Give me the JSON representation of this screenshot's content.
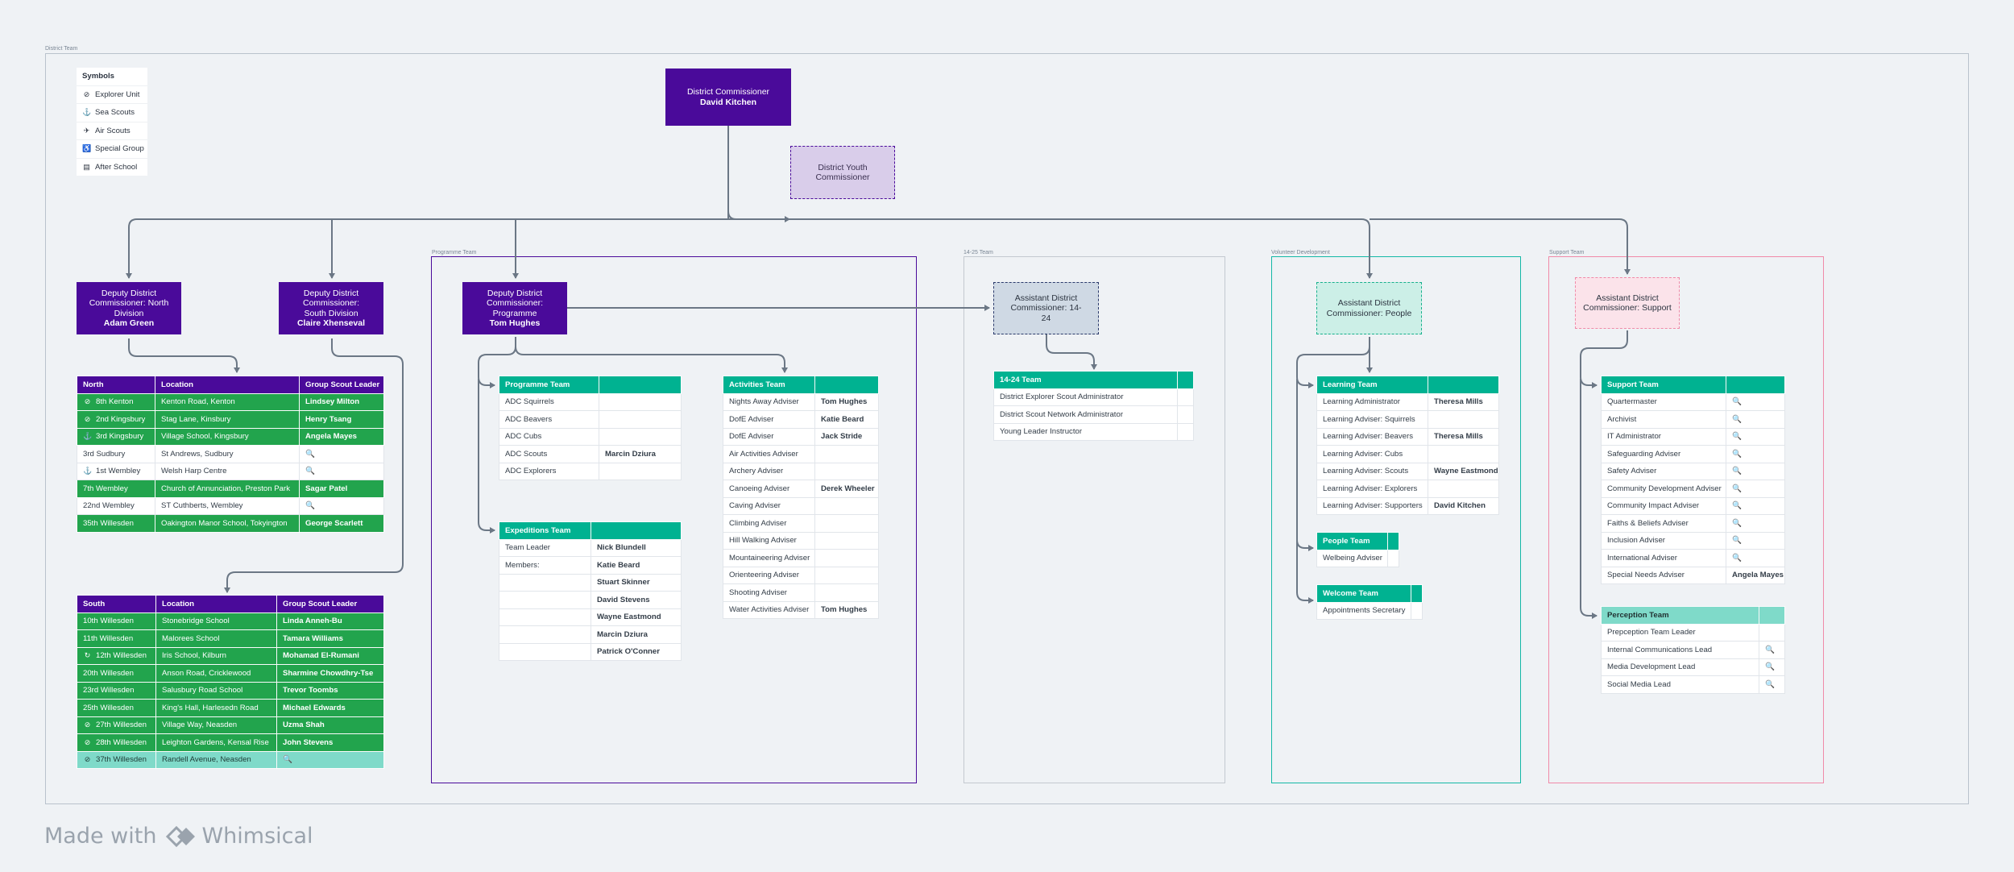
{
  "frames": {
    "district": "District Team",
    "programme": "Programme Team",
    "youth": "14-25 Team",
    "volunteer": "Volunteer Development",
    "support": "Support Team"
  },
  "legend": {
    "title": "Symbols",
    "items": [
      {
        "icon": "compass-icon",
        "glyph": "⊘",
        "label": "Explorer Unit"
      },
      {
        "icon": "anchor-icon",
        "glyph": "⚓",
        "label": "Sea Scouts"
      },
      {
        "icon": "plane-icon",
        "glyph": "✈",
        "label": "Air Scouts"
      },
      {
        "icon": "accessibility-icon",
        "glyph": "♿",
        "label": "Special Group"
      },
      {
        "icon": "briefcase-icon",
        "glyph": "▤",
        "label": "After School"
      }
    ]
  },
  "roles": {
    "dc": {
      "title": "District Commissioner",
      "name": "David Kitchen"
    },
    "dyc": {
      "title": "District Youth Commissioner"
    },
    "ddc_north": {
      "title": "Deputy District Commissioner: North Division",
      "name": "Adam Green"
    },
    "ddc_south": {
      "title": "Deputy District Commissioner: South Division",
      "name": "Claire Xhenseval"
    },
    "ddc_prog": {
      "title": "Deputy District Commissioner: Programme",
      "name": "Tom Hughes"
    },
    "adc_1424": {
      "title": "Assistant District Commissioner: 14-24"
    },
    "adc_people": {
      "title": "Assistant District Commissioner: People"
    },
    "adc_support": {
      "title": "Assistant District Commissioner: Support"
    }
  },
  "north_table": {
    "headers": [
      "North",
      "Location",
      "Group Scout Leader"
    ],
    "rows": [
      {
        "icon": "compass-icon",
        "glyph": "⊘",
        "group": "8th Kenton",
        "location": "Kenton Road, Kenton",
        "leader": "Lindsey Milton",
        "style": "g"
      },
      {
        "icon": "compass-icon",
        "glyph": "⊘",
        "group": "2nd Kingsbury",
        "location": "Stag Lane, Kinsbury",
        "leader": "Henry Tsang",
        "style": "g"
      },
      {
        "icon": "anchor-icon",
        "glyph": "⚓",
        "group": "3rd Kingsbury",
        "location": "Village School, Kingsbury",
        "leader": "Angela Mayes",
        "style": "g"
      },
      {
        "icon": "",
        "glyph": "",
        "group": "3rd Sudbury",
        "location": "St Andrews, Sudbury",
        "leader": "🔍",
        "style": "w"
      },
      {
        "icon": "anchor-icon",
        "glyph": "⚓",
        "group": "1st Wembley",
        "location": "Welsh Harp Centre",
        "leader": "🔍",
        "style": "w"
      },
      {
        "icon": "",
        "glyph": "",
        "group": "7th Wembley",
        "location": "Church of Annunciation, Preston Park",
        "leader": "Sagar Patel",
        "style": "g"
      },
      {
        "icon": "",
        "glyph": "",
        "group": "22nd Wembley",
        "location": "ST Cuthberts, Wembley",
        "leader": "🔍",
        "style": "w"
      },
      {
        "icon": "",
        "glyph": "",
        "group": "35th Willesden",
        "location": "Oakington Manor School, Tokyington",
        "leader": "George Scarlett",
        "style": "g"
      }
    ]
  },
  "south_table": {
    "headers": [
      "South",
      "Location",
      "Group Scout Leader"
    ],
    "rows": [
      {
        "icon": "",
        "glyph": "",
        "group": "10th Willesden",
        "location": "Stonebridge School",
        "leader": "Linda Anneh-Bu",
        "style": "g"
      },
      {
        "icon": "",
        "glyph": "",
        "group": "11th Willesden",
        "location": "Malorees School",
        "leader": "Tamara Williams",
        "style": "g"
      },
      {
        "icon": "refresh-icon",
        "glyph": "↻",
        "group": "12th Willesden",
        "location": "Iris School, Kilburn",
        "leader": "Mohamad El-Rumani",
        "style": "g"
      },
      {
        "icon": "",
        "glyph": "",
        "group": "20th Willesden",
        "location": "Anson Road, Cricklewood",
        "leader": "Sharmine Chowdhry-Tse",
        "style": "g"
      },
      {
        "icon": "",
        "glyph": "",
        "group": "23rd Willesden",
        "location": "Salusbury Road School",
        "leader": "Trevor Toombs",
        "style": "g"
      },
      {
        "icon": "",
        "glyph": "",
        "group": "25th Willesden",
        "location": "King's Hall, Harlesedn Road",
        "leader": "Michael Edwards",
        "style": "g"
      },
      {
        "icon": "compass-icon",
        "glyph": "⊘",
        "group": "27th Willesden",
        "location": "Village Way, Neasden",
        "leader": "Uzma Shah",
        "style": "g"
      },
      {
        "icon": "compass-icon",
        "glyph": "⊘",
        "group": "28th Willesden",
        "location": "Leighton Gardens, Kensal Rise",
        "leader": "John Stevens",
        "style": "g"
      },
      {
        "icon": "compass-icon",
        "glyph": "⊘",
        "group": "37th Willesden",
        "location": "Randell Avenue, Neasden",
        "leader": "🔍",
        "style": "lt"
      }
    ]
  },
  "programme_table": {
    "headers": [
      "Programme Team",
      ""
    ],
    "rows": [
      [
        "ADC Squirrels",
        ""
      ],
      [
        "ADC Beavers",
        ""
      ],
      [
        "ADC Cubs",
        ""
      ],
      [
        "ADC Scouts",
        "Marcin Dziura"
      ],
      [
        "ADC Explorers",
        ""
      ]
    ]
  },
  "expeditions_table": {
    "headers": [
      "Expeditions Team",
      ""
    ],
    "rows": [
      [
        "Team Leader",
        "Nick Blundell"
      ],
      [
        "Members:",
        "Katie Beard"
      ],
      [
        "",
        "Stuart Skinner"
      ],
      [
        "",
        "David Stevens"
      ],
      [
        "",
        "Wayne Eastmond"
      ],
      [
        "",
        "Marcin Dziura"
      ],
      [
        "",
        "Patrick O'Conner"
      ]
    ]
  },
  "activities_table": {
    "headers": [
      "Activities Team",
      ""
    ],
    "rows": [
      [
        "Nights Away Adviser",
        "Tom Hughes"
      ],
      [
        "DofE Adviser",
        "Katie Beard"
      ],
      [
        "DofE Adviser",
        "Jack Stride"
      ],
      [
        "Air Activities Adviser",
        ""
      ],
      [
        "Archery Adviser",
        ""
      ],
      [
        "Canoeing Adviser",
        "Derek Wheeler"
      ],
      [
        "Caving Adviser",
        ""
      ],
      [
        "Climbing Adviser",
        ""
      ],
      [
        "Hill Walking Adviser",
        ""
      ],
      [
        "Mountaineering Adviser",
        ""
      ],
      [
        "Orienteering Adviser",
        ""
      ],
      [
        "Shooting Adviser",
        ""
      ],
      [
        "Water Activities Adviser",
        "Tom Hughes"
      ]
    ]
  },
  "team_1424_table": {
    "headers": [
      "14-24 Team",
      ""
    ],
    "rows": [
      [
        "District Explorer Scout Administrator",
        ""
      ],
      [
        "District Scout Network Administrator",
        ""
      ],
      [
        "Young Leader Instructor",
        ""
      ]
    ]
  },
  "learning_table": {
    "headers": [
      "Learning Team",
      ""
    ],
    "rows": [
      [
        "Learning Administrator",
        "Theresa Mills"
      ],
      [
        "Learning Adviser: Squirrels",
        ""
      ],
      [
        "Learning Adviser: Beavers",
        "Theresa Mills"
      ],
      [
        "Learning Adviser: Cubs",
        ""
      ],
      [
        "Learning Adviser: Scouts",
        "Wayne Eastmond"
      ],
      [
        "Learning Adviser: Explorers",
        ""
      ],
      [
        "Learning Adviser: Supporters",
        "David Kitchen"
      ]
    ]
  },
  "people_table": {
    "headers": [
      "People Team",
      ""
    ],
    "rows": [
      [
        "Welbeing Adviser",
        ""
      ]
    ]
  },
  "welcome_table": {
    "headers": [
      "Welcome Team",
      ""
    ],
    "rows": [
      [
        "Appointments Secretary",
        ""
      ]
    ]
  },
  "support_table": {
    "headers": [
      "Support Team",
      ""
    ],
    "rows": [
      [
        "Quartermaster",
        "🔍"
      ],
      [
        "Archivist",
        "🔍"
      ],
      [
        "IT Administrator",
        "🔍"
      ],
      [
        "Safeguarding Adviser",
        "🔍"
      ],
      [
        "Safety Adviser",
        "🔍"
      ],
      [
        "Community Development Adviser",
        "🔍"
      ],
      [
        "Community Impact Adviser",
        "🔍"
      ],
      [
        "Faiths & Beliefs Adviser",
        "🔍"
      ],
      [
        "Inclusion Adviser",
        "🔍"
      ],
      [
        "International Adviser",
        "🔍"
      ],
      [
        "Special Needs Adviser",
        "Angela Mayes"
      ]
    ]
  },
  "perception_table": {
    "headers": [
      "Perception Team",
      ""
    ],
    "rows": [
      [
        "Prepception Team Leader",
        ""
      ],
      [
        "Internal Communications Lead",
        "🔍"
      ],
      [
        "Media Development Lead",
        "🔍"
      ],
      [
        "Social Media Lead",
        "🔍"
      ]
    ]
  },
  "brand": {
    "prefix": "Made with",
    "name": "Whimsical"
  },
  "colors": {
    "purple": "#4a0a9a",
    "green": "#22a44d",
    "teal": "#00b291",
    "light_teal": "#7fdac9"
  }
}
